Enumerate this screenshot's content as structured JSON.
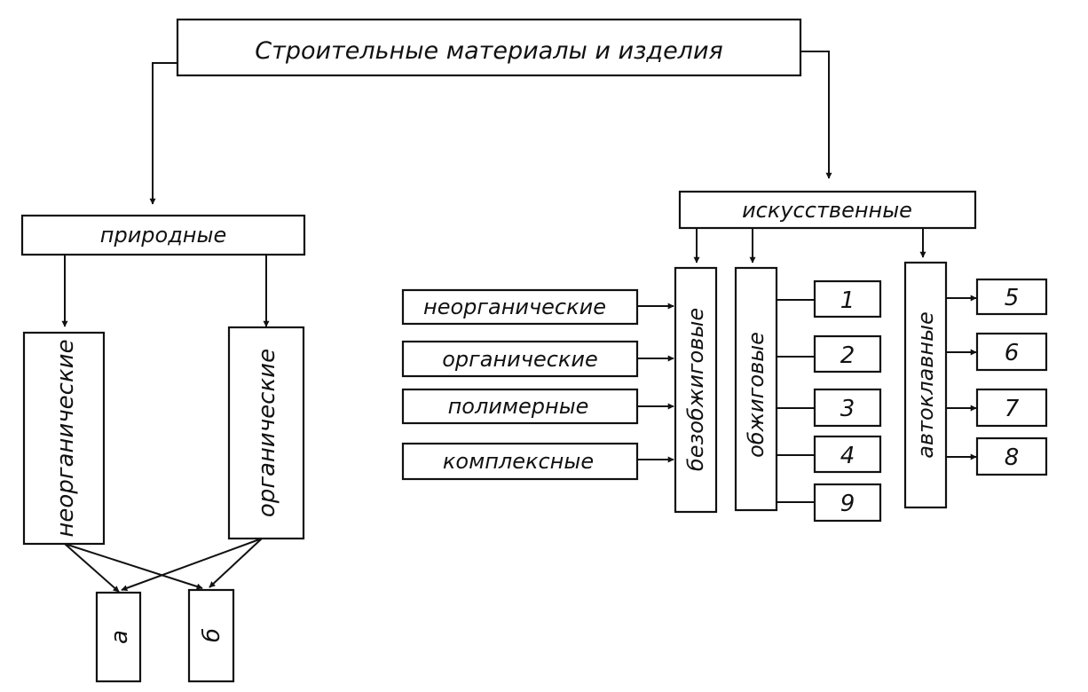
{
  "root": "Строительные материалы и изделия",
  "natural": {
    "title": "природные",
    "inorganic": "неорганические",
    "organic": "органические",
    "out_a": "а",
    "out_b": "б"
  },
  "artificial": {
    "title": "искусственные",
    "binder_inputs": [
      "неорганические",
      "органические",
      "полимерные",
      "комплексные"
    ],
    "nonfired": "безобжиговые",
    "fired": "обжиговые",
    "autoclave": "автоклавные",
    "fired_outputs": [
      "1",
      "2",
      "3",
      "4",
      "9"
    ],
    "autoclave_outputs": [
      "5",
      "6",
      "7",
      "8"
    ]
  },
  "colors": {
    "line": "#111111",
    "background": "#ffffff"
  }
}
